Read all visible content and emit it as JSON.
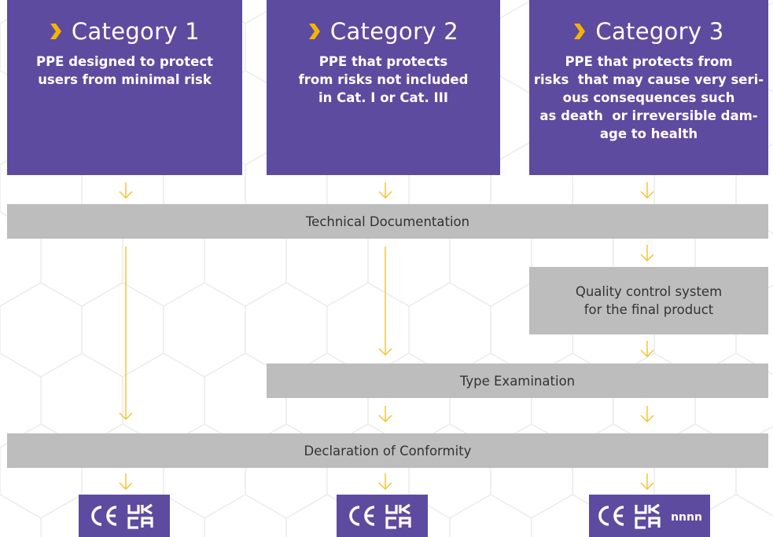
{
  "categories": [
    {
      "title": "Category 1",
      "description": "PPE designed to protect users from minimal risk"
    },
    {
      "title": "Category 2",
      "description": "PPE that protects from risks not included in Cat. I or Cat. III"
    },
    {
      "title": "Category 3",
      "description": "PPE that protects from risks that may cause very serious consequences such as death or irreversible damage to health"
    }
  ],
  "steps": {
    "technical_documentation": "Technical Documentation",
    "quality_control": "Quality control system for the final product",
    "type_examination": "Type Examination",
    "declaration": "Declaration of Conformity"
  },
  "marks": [
    {
      "label": "CE UKCA",
      "number": ""
    },
    {
      "label": "CE UKCA",
      "number": ""
    },
    {
      "label": "CE UKCA",
      "number": "nnnn"
    }
  ],
  "colors": {
    "category_box": "#5d4b9f",
    "step_box": "#bdbdbd",
    "arrow": "#f4c22b",
    "chevron": "#f4b400"
  }
}
